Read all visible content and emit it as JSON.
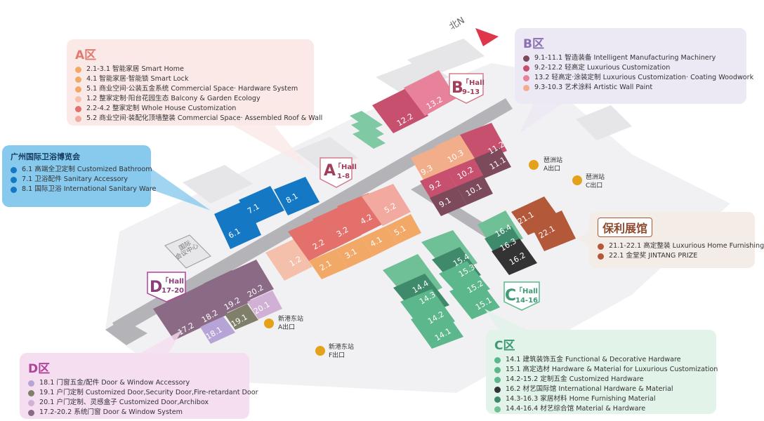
{
  "compass": {
    "label": "北N"
  },
  "hall_badges": [
    {
      "id": "A",
      "letter": "A",
      "text": "「Hall",
      "range": "1-8"
    },
    {
      "id": "B",
      "letter": "B",
      "text": "「Hall",
      "range": "9-13"
    },
    {
      "id": "C",
      "letter": "C",
      "text": "「Hall",
      "range": "14-16"
    },
    {
      "id": "D",
      "letter": "D",
      "text": "「Hall",
      "range": "17-20"
    }
  ],
  "halls": {
    "a": [
      "1.2",
      "2.2",
      "3.2",
      "4.2",
      "5.2",
      "2.1",
      "3.1",
      "4.1",
      "5.1"
    ],
    "b": [
      "12.2",
      "13.2",
      "9.3",
      "10.3",
      "11.2",
      "9.2",
      "10.2",
      "11.1",
      "9.1",
      "10.1"
    ],
    "c": [
      "16.4",
      "16.3",
      "16.2",
      "15.4",
      "15.3",
      "15.2",
      "15.1",
      "14.4",
      "14.3",
      "14.2",
      "14.1"
    ],
    "d": [
      "17.2",
      "18.2",
      "19.2",
      "20.2",
      "20.1",
      "19.1",
      "18.1"
    ],
    "gz": [
      "7.1",
      "8.1",
      "6.1"
    ],
    "poly": [
      "21.1",
      "22.1"
    ]
  },
  "conference": {
    "label_1": "国际",
    "label_2": "会议中心"
  },
  "stations": [
    {
      "id": "pazhou-a",
      "name": "琶洲站",
      "exit": "A出口"
    },
    {
      "id": "pazhou-c",
      "name": "琶洲站",
      "exit": "C出口"
    },
    {
      "id": "xingang-a",
      "name": "新港东站",
      "exit": "A出口"
    },
    {
      "id": "xingang-f",
      "name": "新港东站",
      "exit": "F出口"
    }
  ],
  "zone_a": {
    "title": "A区",
    "items": [
      {
        "text": "2.1-3.1 智能家居 Smart Home",
        "color": "#f2a968"
      },
      {
        "text": "4.1 智能家居·智能锁 Smart Lock",
        "color": "#f2a968"
      },
      {
        "text": "5.1 商业空间·公装五金系统 Commercial Space· Hardware System",
        "color": "#f2a968"
      },
      {
        "text": "1.2 整家定制·阳台花园生态 Balcony & Garden Ecology",
        "color": "#f4c0ac"
      },
      {
        "text": "2.2-4.2 整家定制 Whole House Customization",
        "color": "#e4706c"
      },
      {
        "text": "5.2 商业空间·装配化顶墙整装 Commercial Space· Assembled Roof & Wall",
        "color": "#f2a9a0"
      }
    ]
  },
  "zone_b": {
    "title": "B区",
    "items": [
      {
        "text": "9.1-11.1 智造装备 Intelligent Manufacturing Machinery",
        "color": "#7c4a5a"
      },
      {
        "text": "9.2-12.2 轻高定 Luxurious Customization",
        "color": "#c6506e"
      },
      {
        "text": "13.2 轻高定·涂装定制 Luxurious Customization· Coating Woodwork",
        "color": "#e8819a"
      },
      {
        "text": "9.3-10.3 艺术涂料 Artistic Wall Paint",
        "color": "#f2ae8a"
      }
    ]
  },
  "zone_gz": {
    "title": "广州国际卫浴博览会",
    "items": [
      {
        "text": "6.1 高端全卫定制 Customized Bathroom",
        "color": "#1578c4"
      },
      {
        "text": "7.1 卫浴配件 Sanitary Accessory",
        "color": "#1578c4"
      },
      {
        "text": "8.1 国际卫浴 International Sanitary Ware",
        "color": "#1578c4"
      }
    ]
  },
  "zone_poly": {
    "title": "保利展馆",
    "items": [
      {
        "text": "21.1-22.1 高定整装 Luxurious Home Furnishing",
        "color": "#b4583a"
      },
      {
        "text": "22.1 金堂奖 JINTANG PRIZE",
        "color": "#b4583a"
      }
    ]
  },
  "zone_d": {
    "title": "D区",
    "items": [
      {
        "text": "18.1 门窗五金/配件 Door & Window Accessory",
        "color": "#b7a4d6"
      },
      {
        "text": "19.1 户门定制 Customized Door,Security Door,Fire-retardant Door",
        "color": "#7f7f6a"
      },
      {
        "text": "20.1 户门定制、灵感盒子 Customized Door,Archibox",
        "color": "#d1b0d6"
      },
      {
        "text": "17.2-20.2 系统门窗 Door & Window System",
        "color": "#8a6a84"
      }
    ]
  },
  "zone_c": {
    "title": "C区",
    "items": [
      {
        "text": "14.1 建筑装饰五金 Functional & Decorative Hardware",
        "color": "#5cb78c"
      },
      {
        "text": "15.1 高定选材 Hardware & Material for Luxurious Customization",
        "color": "#5cb78c"
      },
      {
        "text": "14.2-15.2 定制五金 Customized Hardware",
        "color": "#5cb78c"
      },
      {
        "text": "16.2 材艺国际馆 International Hardware & Material",
        "color": "#333333"
      },
      {
        "text": "14.3-16.3 家居材料 Home Furnishing Material",
        "color": "#3f8a6a"
      },
      {
        "text": "14.4-16.4 材艺综合馆 Material & Hardware",
        "color": "#6fbf97"
      }
    ]
  }
}
